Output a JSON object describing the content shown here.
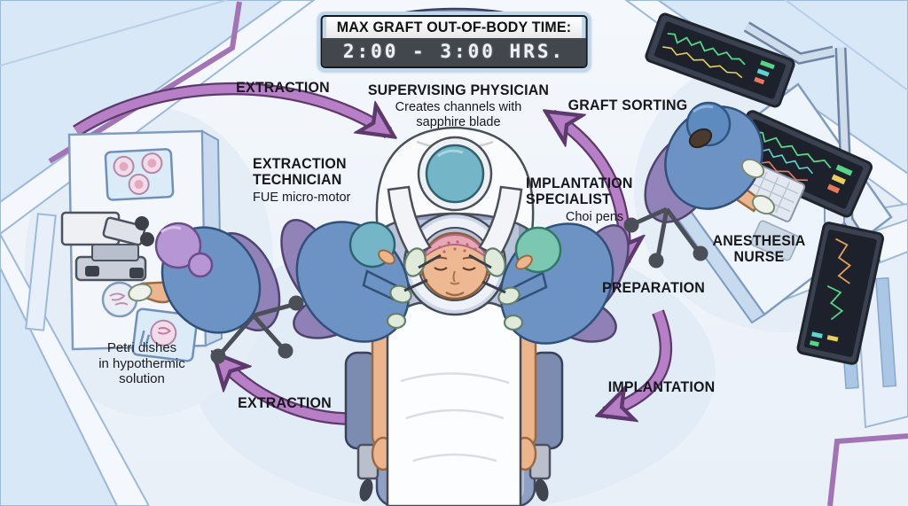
{
  "header": {
    "title": "MAX GRAFT OUT-OF-BODY TIME:",
    "time": "2:00 - 3:00 HRS."
  },
  "stages": {
    "extraction_top": "EXTRACTION",
    "graft_sorting": "GRAFT SORTING",
    "preparation": "PREPARATION",
    "implantation": "IMPLANTATION",
    "extraction_bottom": "EXTRACTION"
  },
  "roles": {
    "supervising_physician": {
      "title": "SUPERVISING PHYSICIAN",
      "subtitle": "Creates channels with\nsapphire blade"
    },
    "extraction_technician": {
      "title": "EXTRACTION\nTECHNICIAN",
      "subtitle": "FUE micro-motor"
    },
    "implantation_specialist": {
      "title": "IMPLANTATION\nSPECIALIST",
      "subtitle": "Choi pens"
    },
    "anesthesia_nurse": {
      "title": "ANESTHESIA\nNURSE"
    }
  },
  "notes": {
    "petri": "Petri dishes\nin hypothermic\nsolution"
  },
  "colors": {
    "arrow": "#b77fc5",
    "arrow_outline": "#5d3a6e",
    "accent_purple": "#a273b5",
    "scrub_blue": "#6d93c4",
    "cap_teal": "#74b6c8",
    "cap_green": "#7cc7b2",
    "cap_lavender": "#b697d3",
    "chair_purple": "#8f80b6",
    "clock_bg": "#42474e",
    "background": "#f2f6fb"
  }
}
